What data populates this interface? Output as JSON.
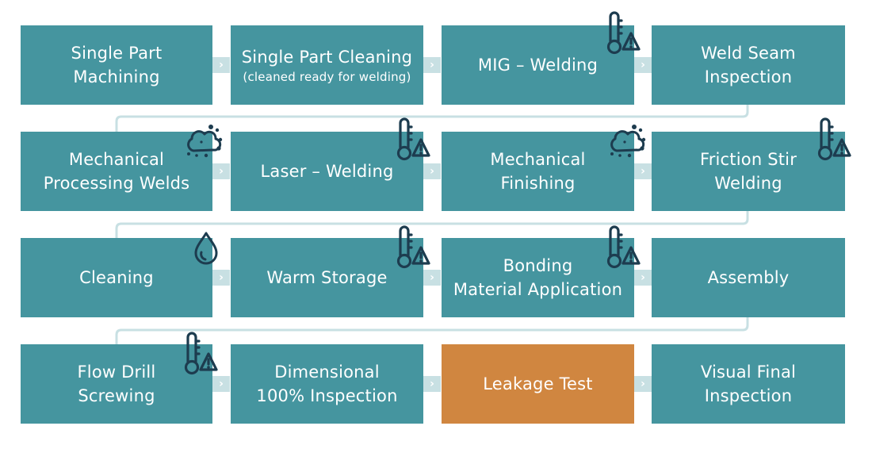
{
  "steps": [
    {
      "lines": [
        "Single Part",
        "Machining"
      ]
    },
    {
      "lines": [
        "Single Part Cleaning"
      ],
      "sub": "(cleaned ready for welding)"
    },
    {
      "lines": [
        "MIG – Welding"
      ]
    },
    {
      "lines": [
        "Weld Seam",
        "Inspection"
      ]
    },
    {
      "lines": [
        "Mechanical",
        "Processing Welds"
      ]
    },
    {
      "lines": [
        "Laser – Welding"
      ]
    },
    {
      "lines": [
        "Mechanical",
        "Finishing"
      ]
    },
    {
      "lines": [
        "Friction Stir",
        "Welding"
      ]
    },
    {
      "lines": [
        "Cleaning"
      ]
    },
    {
      "lines": [
        "Warm Storage"
      ]
    },
    {
      "lines": [
        "Bonding",
        "Material Application"
      ]
    },
    {
      "lines": [
        "Assembly"
      ]
    },
    {
      "lines": [
        "Flow Drill",
        "Screwing"
      ]
    },
    {
      "lines": [
        "Dimensional",
        "100% Inspection"
      ]
    },
    {
      "lines": [
        "Leakage Test"
      ]
    },
    {
      "lines": [
        "Visual Final",
        "Inspection"
      ]
    }
  ],
  "connector_glyph": "›",
  "colors": {
    "box": "#45959f",
    "highlight": "#d08640",
    "connector": "#c8e0e3",
    "icon": "#1d3c4f"
  }
}
